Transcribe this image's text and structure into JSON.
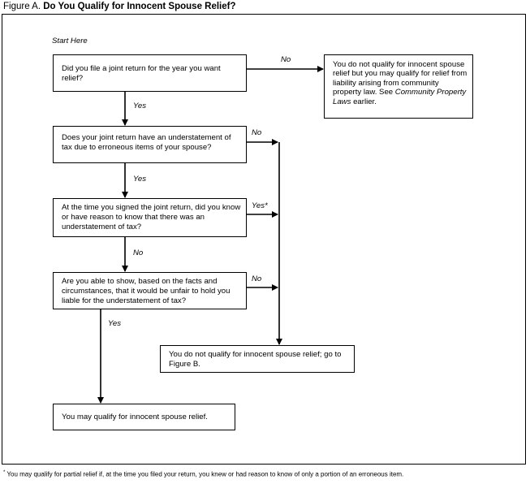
{
  "figure": {
    "label": "Figure A.",
    "title": "Do You Qualify for Innocent Spouse Relief?"
  },
  "start_label": "Start Here",
  "boxes": {
    "q1": "Did you file a joint return for the year you want relief?",
    "q2": "Does your joint return have an understatement of tax due to erroneous items of your spouse?",
    "q3": "At the time you signed the joint return, did you know or have reason to know that there was an understatement of tax?",
    "q4": "Are you able to show, based on the facts and circumstances, that it would be unfair to hold you liable for the understatement of tax?",
    "r1_text": "You do not qualify for innocent spouse relief but you may qualify for relief from liability arising from community property law. See ",
    "r1_italic": "Community Property Laws",
    "r1_tail": " earlier.",
    "r2": "You do not qualify for innocent spouse relief; go to Figure B.",
    "r3": "You may qualify for innocent spouse relief."
  },
  "labels": {
    "q1_no": "No",
    "q1_yes": "Yes",
    "q2_no": "No",
    "q2_yes": "Yes",
    "q3_yes": "Yes*",
    "q3_no": "No",
    "q4_no": "No",
    "q4_yes": "Yes"
  },
  "footnote": {
    "marker": "*",
    "text": " You may qualify for partial relief if, at the time you filed your return, you knew or had reason to know of only a portion of an erroneous item."
  }
}
